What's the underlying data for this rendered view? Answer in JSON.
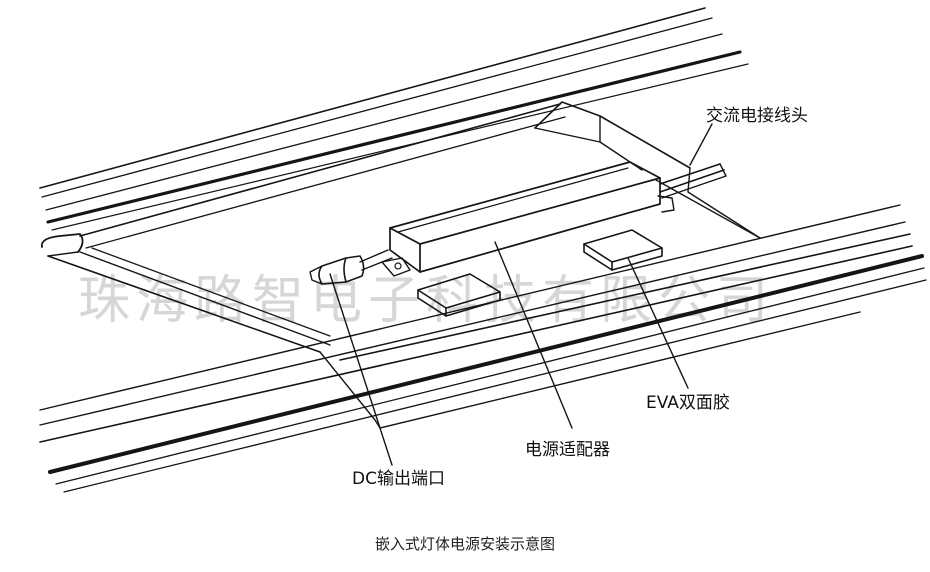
{
  "watermark": "珠海路智电子科技有限公司",
  "labels": {
    "ac_terminal": "交流电接线头",
    "eva_tape": "EVA双面胶",
    "power_adapter": "电源适配器",
    "dc_output": "DC输出端口"
  },
  "caption": "嵌入式灯体电源安装示意图",
  "colors": {
    "ink": "#151515",
    "watermark": "#d6d6d6",
    "background": "#ffffff"
  }
}
